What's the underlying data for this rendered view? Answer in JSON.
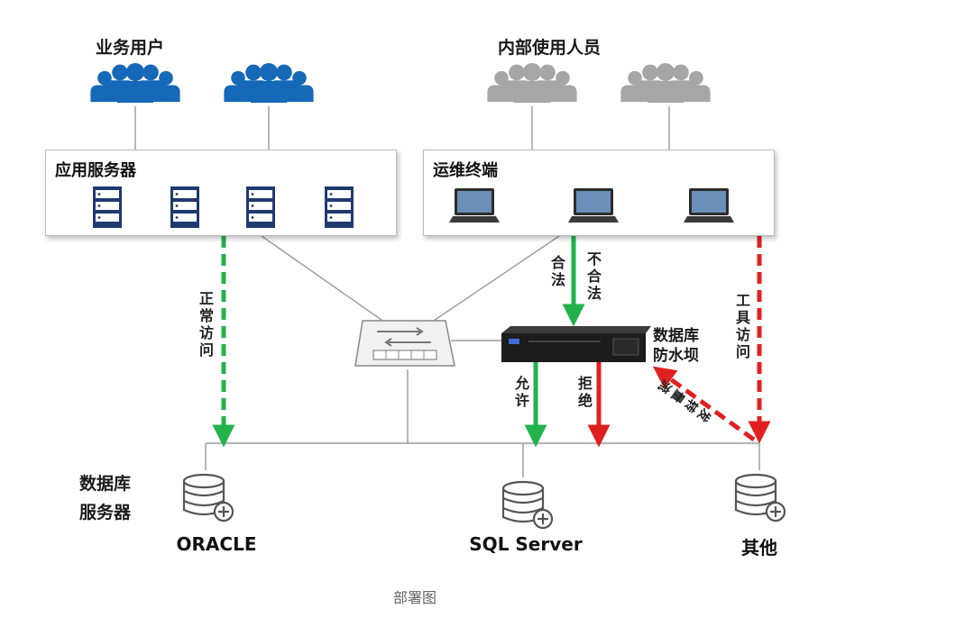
{
  "business_users": {
    "label": "业务用户"
  },
  "internal_staff": {
    "label": "内部使用人员"
  },
  "app_server_box": {
    "label": "应用服务器"
  },
  "ops_terminal_box": {
    "label": "运维终端"
  },
  "firewall": {
    "label_line1": "数据库",
    "label_line2": "防水坝"
  },
  "flows": {
    "normal_access": [
      "正",
      "常",
      "访",
      "问"
    ],
    "legal": [
      "合",
      "法"
    ],
    "illegal": [
      "不",
      "合",
      "法"
    ],
    "tool_access": [
      "工",
      "具",
      "访",
      "问"
    ],
    "allow": [
      "允",
      "许"
    ],
    "reject": [
      "拒",
      "绝"
    ],
    "traffic_forward": [
      "流",
      "量",
      "转",
      "发"
    ]
  },
  "db_servers": {
    "label_line1": "数据库",
    "label_line2": "服务器",
    "items": [
      "ORACLE",
      "SQL Server",
      "其他"
    ]
  },
  "caption": "部署图",
  "colors": {
    "user_blue": "#1569b8",
    "user_gray": "#a6a6a6",
    "green": "#22b24c",
    "red": "#e02020",
    "line_gray": "#9a9a9a",
    "server_navy": "#1f3a6e"
  }
}
